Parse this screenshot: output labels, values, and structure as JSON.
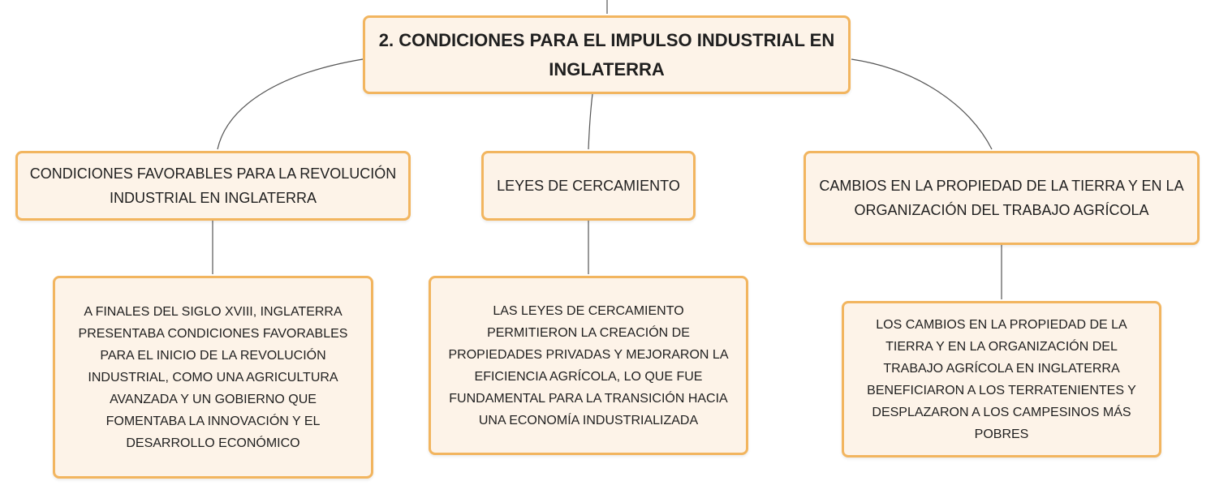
{
  "root": {
    "title": "2. CONDICIONES PARA EL IMPULSO INDUSTRIAL EN INGLATERRA"
  },
  "branches": [
    {
      "title": "CONDICIONES FAVORABLES PARA LA REVOLUCIÓN INDUSTRIAL EN INGLATERRA",
      "detail": "A FINALES DEL SIGLO XVIII, INGLATERRA PRESENTABA CONDICIONES FAVORABLES PARA EL INICIO DE LA REVOLUCIÓN INDUSTRIAL, COMO UNA AGRICULTURA AVANZADA Y UN GOBIERNO QUE FOMENTABA LA INNOVACIÓN Y EL DESARROLLO ECONÓMICO"
    },
    {
      "title": "LEYES DE CERCAMIENTO",
      "detail": "LAS LEYES DE CERCAMIENTO PERMITIERON LA CREACIÓN DE PROPIEDADES PRIVADAS Y MEJORARON LA EFICIENCIA AGRÍCOLA, LO QUE FUE FUNDAMENTAL PARA LA TRANSICIÓN HACIA UNA ECONOMÍA INDUSTRIALIZADA"
    },
    {
      "title": "CAMBIOS EN LA PROPIEDAD DE LA TIERRA Y EN LA ORGANIZACIÓN DEL TRABAJO AGRÍCOLA",
      "detail": "LOS CAMBIOS EN LA PROPIEDAD DE LA TIERRA Y EN LA ORGANIZACIÓN DEL TRABAJO AGRÍCOLA EN INGLATERRA BENEFICIARON A LOS TERRATENIENTES Y DESPLAZARON A LOS CAMPESINOS MÁS POBRES"
    }
  ],
  "colors": {
    "node_fill": "#fdf3e8",
    "node_border": "#f2b55f",
    "connector": "#555555",
    "text": "#1f1f1f"
  }
}
